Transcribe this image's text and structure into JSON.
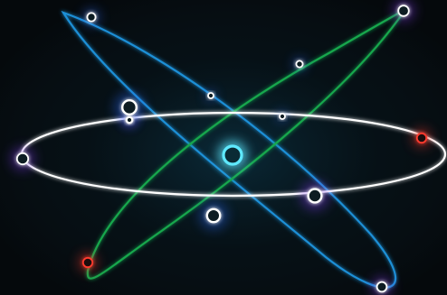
{
  "scene": {
    "background": "#05090c",
    "glow": "#0b2f3f",
    "orbits": [
      {
        "name": "orbit-horizontal",
        "color": "#ffffff"
      },
      {
        "name": "orbit-blue-diagonal",
        "color": "#1f8fd6"
      },
      {
        "name": "orbit-green-diagonal",
        "color": "#19a84d"
      }
    ],
    "nucleus": {
      "name": "nucleus",
      "stroke": "#5fe9ff",
      "fill": "#0a2b35"
    },
    "electrons": [
      {
        "name": "electron-white-left",
        "color": "#ffffff",
        "fill": "#0b1b22",
        "glow": "#8b3cff"
      },
      {
        "name": "electron-white-top",
        "color": "#ffffff",
        "fill": "#0b1b22",
        "glow": "#8b3cff"
      },
      {
        "name": "electron-red-right",
        "color": "#ff3b2f",
        "fill": "#1a0b0b",
        "glow": "#ff3b2f"
      },
      {
        "name": "electron-blue-top-left",
        "color": "#ffffff",
        "fill": "#0b1b22",
        "glow": "#2b6bff"
      },
      {
        "name": "electron-blue-large",
        "color": "#ffffff",
        "fill": "#0b1b22",
        "glow": "#2b6bff"
      },
      {
        "name": "electron-blue-right",
        "color": "#ffffff",
        "fill": "#0b1b22",
        "glow": "#8b3cff"
      },
      {
        "name": "electron-blue-bottom-right",
        "color": "#ffffff",
        "fill": "#0b1b22",
        "glow": "#8b3cff"
      },
      {
        "name": "electron-green-top-right",
        "color": "#ffffff",
        "fill": "#0b1b22",
        "glow": "#8b3cff"
      },
      {
        "name": "electron-green-mid",
        "color": "#ffffff",
        "fill": "#0b1b22",
        "glow": "#2b6bff"
      },
      {
        "name": "electron-green-lower",
        "color": "#ffffff",
        "fill": "#0b1b22",
        "glow": "#2b6bff"
      },
      {
        "name": "electron-red-bottom-left",
        "color": "#ff3b2f",
        "fill": "#1a0b0b",
        "glow": "#ff3b2f"
      },
      {
        "name": "small-dot-1",
        "color": "#ffffff",
        "fill": "#0b1b22",
        "glow": "#2b6bff"
      },
      {
        "name": "small-dot-2",
        "color": "#ffffff",
        "fill": "#0b1b22",
        "glow": "#2b6bff"
      },
      {
        "name": "small-dot-3",
        "color": "#ffffff",
        "fill": "#0b1b22",
        "glow": "#2b6bff"
      }
    ]
  }
}
